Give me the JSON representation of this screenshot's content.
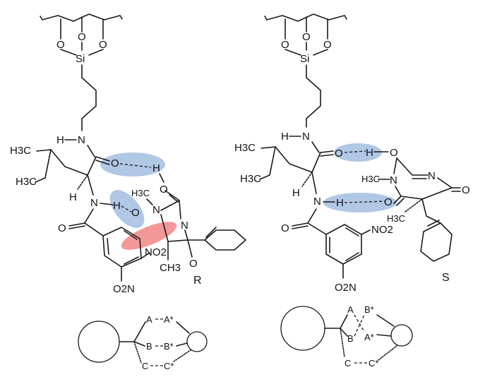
{
  "structures": {
    "R": {
      "caption": "R",
      "atoms": {
        "si": "Si",
        "o_left": "O",
        "o_mid": "O",
        "o_right": "O",
        "h_nh_top": "H",
        "n_top": "N",
        "ch3_a": "H3C",
        "ch3_b": "H3C",
        "o_carbonyl": "O",
        "h_carbonyl": "H",
        "o_ether": "O",
        "h_alpha": "H",
        "n_amide": "N",
        "h_amide": "H",
        "o_amide2": "O",
        "ch3_n": "H3C",
        "n_ring1": "N",
        "n_ring2": "N",
        "o_benzoyl": "O",
        "no2_ring": "NO2",
        "no2_bottom": "O2N",
        "ch3_ring": "CH3",
        "o_ring": "O"
      }
    },
    "S": {
      "caption": "S",
      "atoms": {
        "si": "Si",
        "o_left": "O",
        "o_mid": "O",
        "o_right": "O",
        "h_nh_top": "H",
        "n_top": "N",
        "ch3_a": "H3C",
        "ch3_b": "H3C",
        "o_carbonyl": "O",
        "h_hb": "H",
        "o_ether": "O",
        "h_alpha": "H",
        "n_amide": "N",
        "h_amide": "H",
        "ch3_n": "H3C",
        "n_methyl": "N",
        "n_ring": "N",
        "o_ring1": "O",
        "o_ring2": "O",
        "ch3_quat": "H3C",
        "o_benzoyl": "O",
        "no2_right": "NO2",
        "no2_bottom": "O2N"
      }
    }
  },
  "schematics": {
    "left": {
      "labels": {
        "a": "A",
        "a_star": "A*",
        "b": "B",
        "b_star": "B*",
        "c": "C",
        "c_star": "C*"
      }
    },
    "right": {
      "labels": {
        "a": "A",
        "b": "B",
        "b_star": "B*",
        "a_star": "A*",
        "c": "C",
        "c_star": "C*"
      }
    }
  },
  "colors": {
    "hbond_highlight": "#6f99cf",
    "pi_highlight": "#ec6161",
    "ink": "#1a1a1a"
  }
}
